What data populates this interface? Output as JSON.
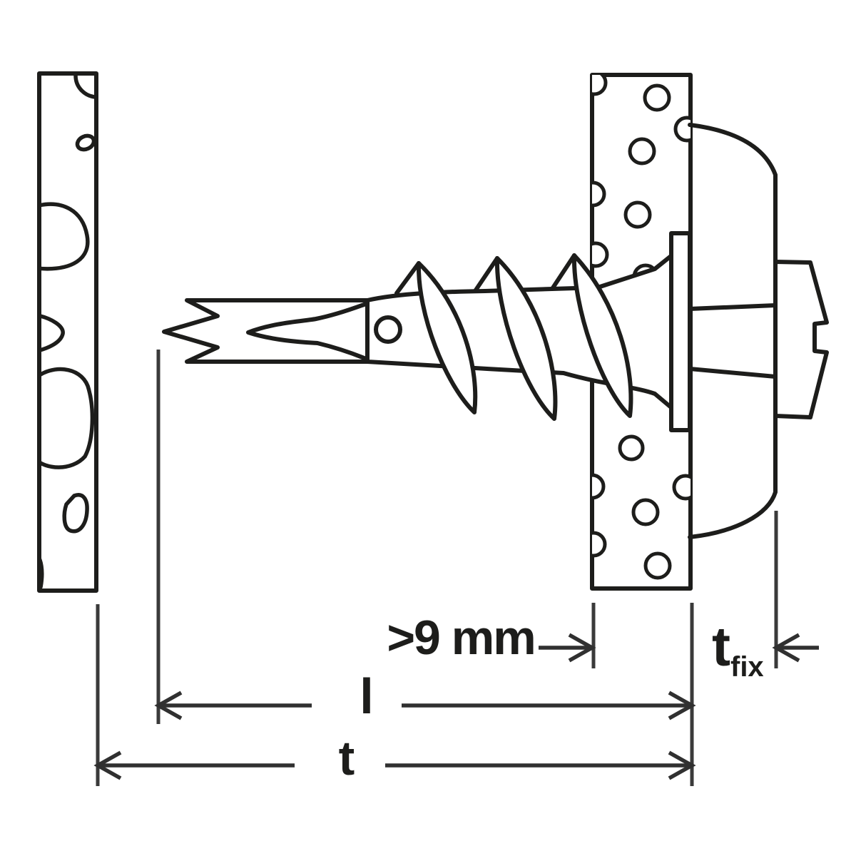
{
  "diagram": {
    "kind": "technical-installation-cross-section",
    "subject": "self-drilling plasterboard anchor with screw fixing an object through gypsum board",
    "colors": {
      "background": "#ffffff",
      "line": "#1d1d1b",
      "dimension": "#303030"
    },
    "annotations": {
      "board_min_thickness": ">9 mm",
      "anchor_length": "l",
      "total_depth": "t",
      "fixture_thickness_base": "t",
      "fixture_thickness_subscript": "fix"
    }
  }
}
